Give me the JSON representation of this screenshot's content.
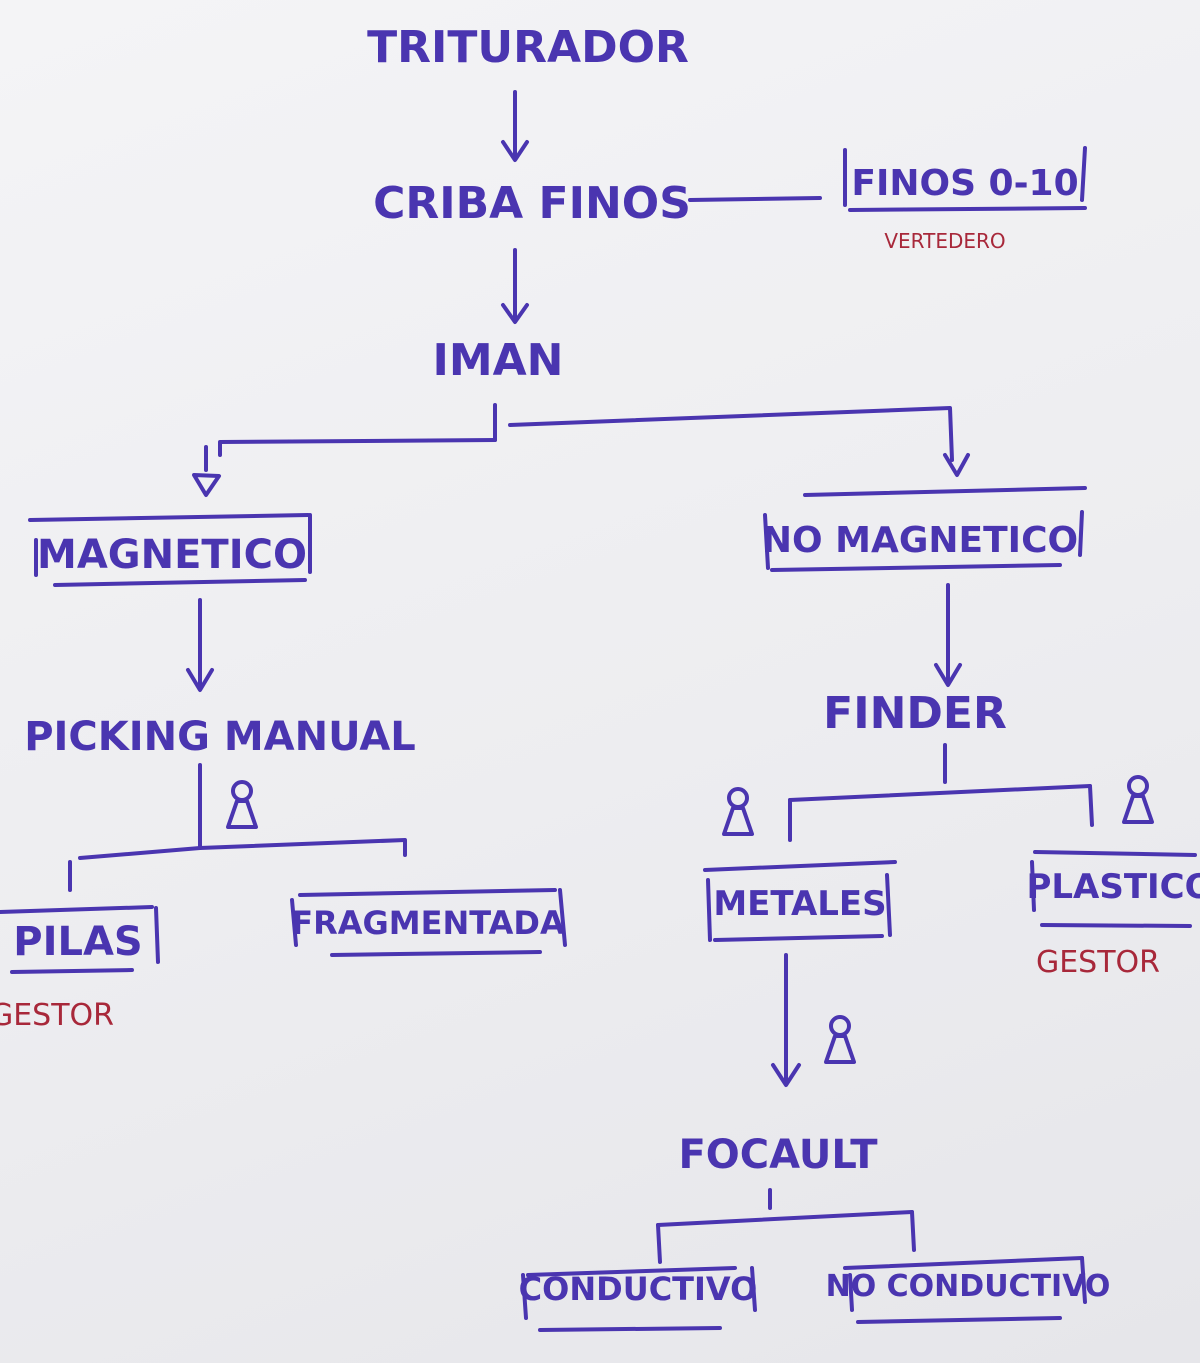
{
  "diagram": {
    "nodes": {
      "triturador": "TRITURADOR",
      "criba_finos": "CRIBA FINOS",
      "finos": "FINOS 0-10",
      "iman": "IMAN",
      "magnetico": "MAGNETICO",
      "no_magnetico": "NO MAGNETICO",
      "picking_manual": "PICKING MANUAL",
      "finder": "FINDER",
      "pilas": "PILAS",
      "fragmentada": "FRAGMENTADA",
      "metales": "METALES",
      "plastico": "PLASTICO",
      "focault": "FOCAULT",
      "conductivo": "CONDUCTIVO",
      "no_conductivo": "NO CONDUCTIVO"
    },
    "notes": {
      "vertedero": "VERTEDERO",
      "gestor_pilas": "GESTOR",
      "gestor_plastico": "GESTOR"
    },
    "colors": {
      "ink": "#4a35b0",
      "note": "#a8283a",
      "paper": "#f0f0f3"
    },
    "icons": {
      "operator": "person-icon"
    }
  }
}
